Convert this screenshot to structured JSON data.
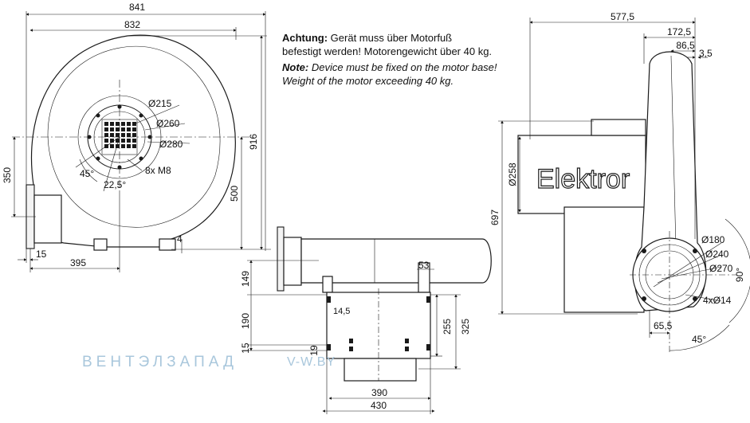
{
  "note": {
    "de_bold": "Achtung:",
    "de_line1": "Gerät muss über Motorfuß",
    "de_line2": "befestigt werden! Motorengewicht über 40 kg.",
    "en_bold": "Note:",
    "en_line1": "Device must be fixed on the motor base!",
    "en_line2": "Weight of the motor exceeding 40 kg."
  },
  "brand": "Elektror",
  "watermark": {
    "main": "ВЕНТЭЛЗАПАД",
    "site": "V-W.BY"
  },
  "front_view": {
    "d841": "841",
    "d832": "832",
    "d916": "916",
    "d500": "500",
    "d350": "350",
    "d395": "395",
    "d15": "15",
    "d4": "4",
    "dia215": "Ø215",
    "dia260": "Ø260",
    "dia280": "Ø280",
    "bolts": "8x M8",
    "ang45": "45°",
    "ang225": "22,5°"
  },
  "bottom_view": {
    "d149": "149",
    "d190": "190",
    "d15": "15",
    "d53": "53",
    "d145": "14,5",
    "d19": "19",
    "d255": "255",
    "d325": "325",
    "d390": "390",
    "d430": "430"
  },
  "side_view": {
    "d5775": "577,5",
    "d1725": "172,5",
    "d865": "86,5",
    "d35": "3,5",
    "d258": "Ø258",
    "d697": "697",
    "d655": "65,5",
    "dia180": "Ø180",
    "dia240": "Ø240",
    "dia270": "Ø270",
    "holes": "4xØ14",
    "d90": "90°",
    "ang45": "45°"
  }
}
